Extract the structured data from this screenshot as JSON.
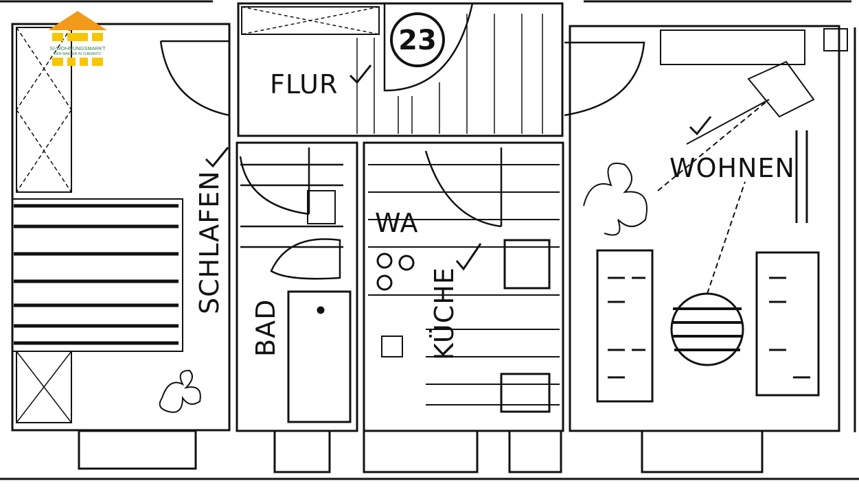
{
  "logo": {
    "name": "SI-WOHNUNGSMARKT",
    "tagline": "DER MAKLER IN CHEMNITZ",
    "color_roof": "#f29a1b",
    "color_blocks": "#f7c600",
    "color_text": "#2f7d4c"
  },
  "unit_number": "23",
  "rooms": {
    "flur": "FLUR",
    "schlafen": "SCHLAFEN",
    "bad": "BAD",
    "kueche": "KÜCHE",
    "wohnen": "WOHNEN",
    "wa": "WA"
  },
  "colors": {
    "line": "#111111",
    "background": "#ffffff"
  }
}
